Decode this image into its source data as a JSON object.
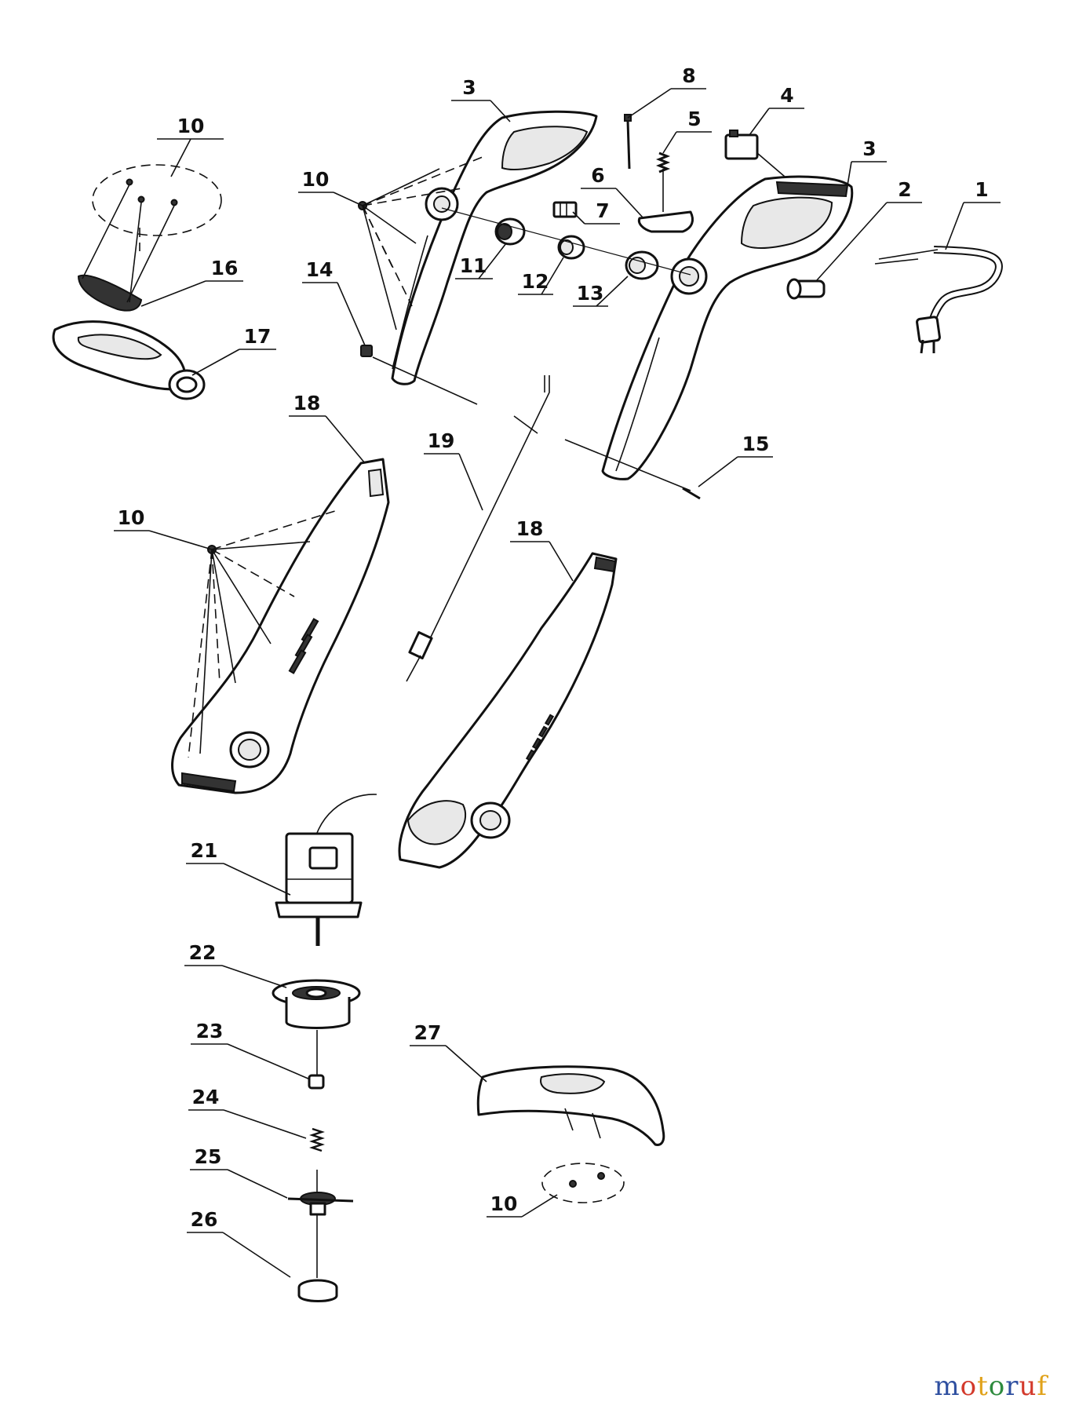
{
  "callouts": [
    {
      "id": "c1",
      "label": "1"
    },
    {
      "id": "c2",
      "label": "2"
    },
    {
      "id": "c3a",
      "label": "3"
    },
    {
      "id": "c3b",
      "label": "3"
    },
    {
      "id": "c4",
      "label": "4"
    },
    {
      "id": "c5",
      "label": "5"
    },
    {
      "id": "c6",
      "label": "6"
    },
    {
      "id": "c7",
      "label": "7"
    },
    {
      "id": "c8",
      "label": "8"
    },
    {
      "id": "c10a",
      "label": "10"
    },
    {
      "id": "c10b",
      "label": "10"
    },
    {
      "id": "c10c",
      "label": "10"
    },
    {
      "id": "c10d",
      "label": "10"
    },
    {
      "id": "c11",
      "label": "11"
    },
    {
      "id": "c12",
      "label": "12"
    },
    {
      "id": "c13",
      "label": "13"
    },
    {
      "id": "c14",
      "label": "14"
    },
    {
      "id": "c15",
      "label": "15"
    },
    {
      "id": "c16",
      "label": "16"
    },
    {
      "id": "c17",
      "label": "17"
    },
    {
      "id": "c18a",
      "label": "18"
    },
    {
      "id": "c18b",
      "label": "18"
    },
    {
      "id": "c19",
      "label": "19"
    },
    {
      "id": "c21",
      "label": "21"
    },
    {
      "id": "c22",
      "label": "22"
    },
    {
      "id": "c23",
      "label": "23"
    },
    {
      "id": "c24",
      "label": "24"
    },
    {
      "id": "c25",
      "label": "25"
    },
    {
      "id": "c26",
      "label": "26"
    },
    {
      "id": "c27",
      "label": "27"
    }
  ],
  "watermark": {
    "text": "motoruf",
    "letters": [
      "m",
      "o",
      "t",
      "o",
      "r",
      "u",
      "f"
    ],
    "colors": [
      "#2e4fa0",
      "#d33a2c",
      "#e0a21b",
      "#2e8b3e",
      "#2e4fa0",
      "#d33a2c",
      "#e0a21b"
    ]
  }
}
